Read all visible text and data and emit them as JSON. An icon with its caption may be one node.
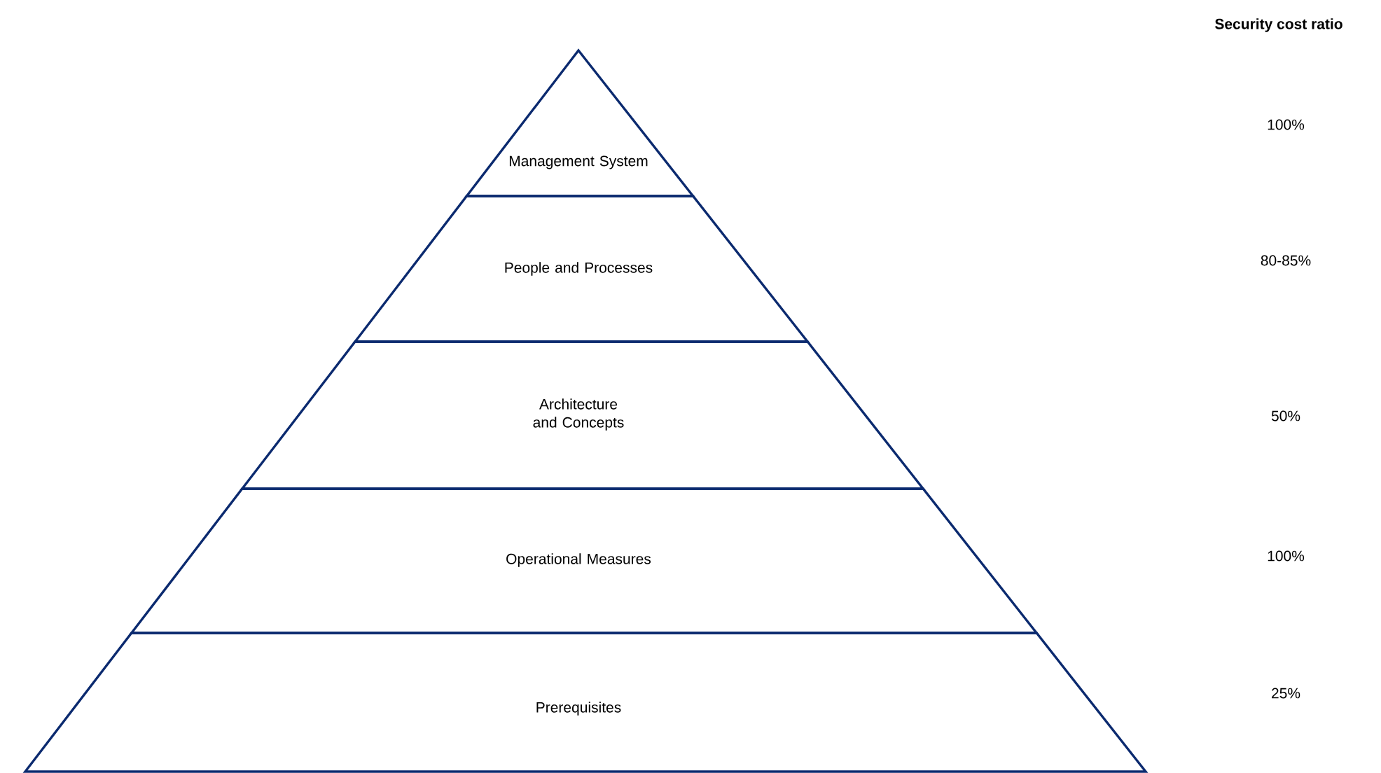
{
  "diagram": {
    "nodes": [
      {
        "text": [
          "Management System"
        ]
      },
      {
        "text": [
          "People and Processes"
        ]
      },
      {
        "text": [
          "Architecture and Concepts"
        ]
      },
      {
        "text": [
          "Operational Measures"
        ]
      },
      {
        "text": [
          "Prerequisites"
        ]
      }
    ],
    "labels": [
      "Security cost ratio",
      "100%",
      "80-85%",
      "50%",
      "100%",
      "25%"
    ]
  }
}
